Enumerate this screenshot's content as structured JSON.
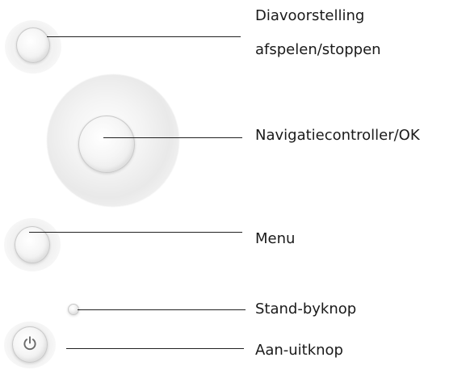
{
  "callouts": {
    "slideshow": {
      "line1": "Diavoorstelling",
      "line2": "afspelen/stoppen"
    },
    "navigation": {
      "label": "Navigatiecontroller/OK"
    },
    "menu": {
      "label": "Menu"
    },
    "standby": {
      "label": "Stand-byknop"
    },
    "power": {
      "label": "Aan-uitknop"
    }
  },
  "icons": {
    "power_button_icon": "power-icon"
  },
  "colors": {
    "leader_line": "#222222",
    "button_edge": "#c9c9c9"
  }
}
